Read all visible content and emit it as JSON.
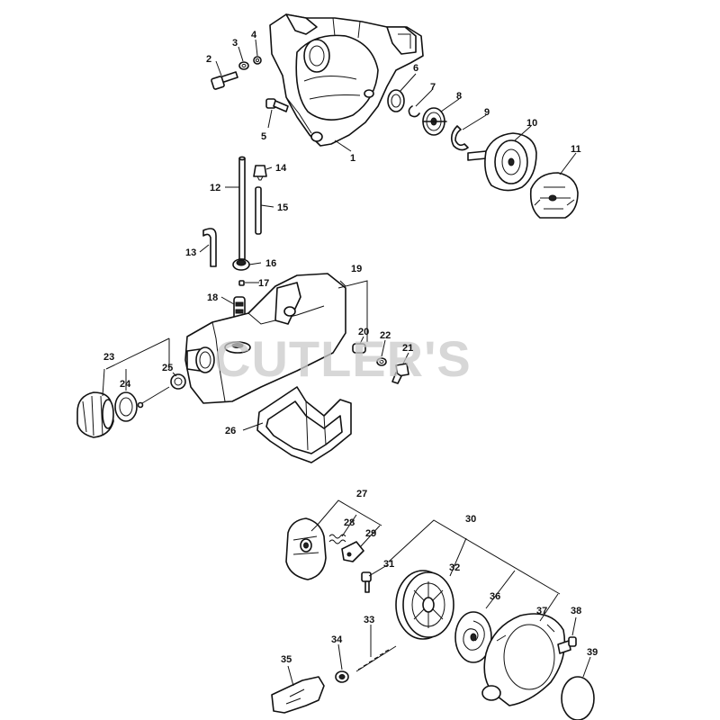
{
  "watermark": "CUTLER'S",
  "callouts": [
    {
      "id": "1",
      "label": "1"
    },
    {
      "id": "2",
      "label": "2"
    },
    {
      "id": "3",
      "label": "3"
    },
    {
      "id": "4",
      "label": "4"
    },
    {
      "id": "5",
      "label": "5"
    },
    {
      "id": "6",
      "label": "6"
    },
    {
      "id": "7",
      "label": "7"
    },
    {
      "id": "8",
      "label": "8"
    },
    {
      "id": "9",
      "label": "9"
    },
    {
      "id": "10",
      "label": "10"
    },
    {
      "id": "11",
      "label": "11"
    },
    {
      "id": "12",
      "label": "12"
    },
    {
      "id": "13",
      "label": "13"
    },
    {
      "id": "14",
      "label": "14"
    },
    {
      "id": "15",
      "label": "15"
    },
    {
      "id": "16",
      "label": "16"
    },
    {
      "id": "17",
      "label": "17"
    },
    {
      "id": "18",
      "label": "18"
    },
    {
      "id": "19",
      "label": "19"
    },
    {
      "id": "20",
      "label": "20"
    },
    {
      "id": "21",
      "label": "21"
    },
    {
      "id": "22",
      "label": "22"
    },
    {
      "id": "23",
      "label": "23"
    },
    {
      "id": "24",
      "label": "24"
    },
    {
      "id": "25",
      "label": "25"
    },
    {
      "id": "26",
      "label": "26"
    },
    {
      "id": "27",
      "label": "27"
    },
    {
      "id": "28",
      "label": "28"
    },
    {
      "id": "29",
      "label": "29"
    },
    {
      "id": "30",
      "label": "30"
    },
    {
      "id": "31",
      "label": "31"
    },
    {
      "id": "32",
      "label": "32"
    },
    {
      "id": "33",
      "label": "33"
    },
    {
      "id": "34",
      "label": "34"
    },
    {
      "id": "35",
      "label": "35"
    },
    {
      "id": "36",
      "label": "36"
    },
    {
      "id": "37",
      "label": "37"
    },
    {
      "id": "38",
      "label": "38"
    },
    {
      "id": "39",
      "label": "39"
    }
  ]
}
